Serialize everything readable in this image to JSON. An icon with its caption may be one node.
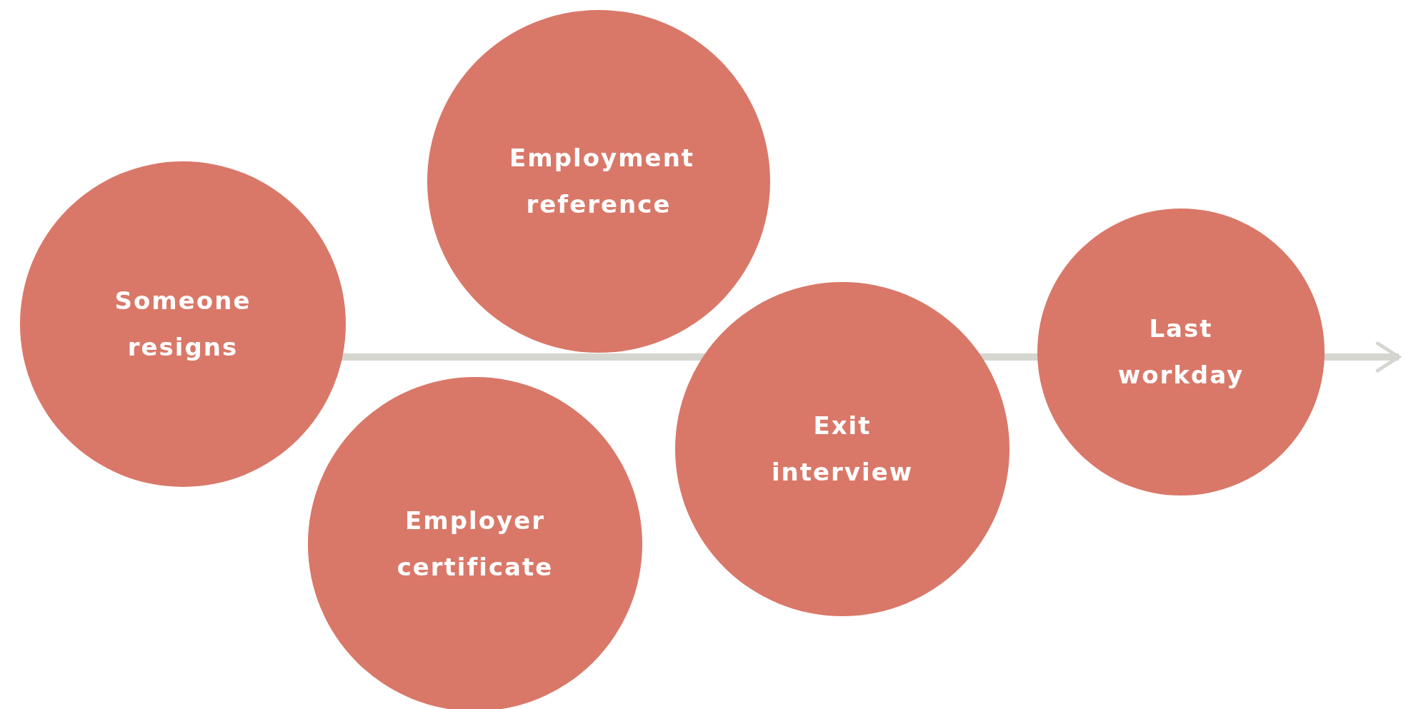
{
  "diagram": {
    "nodes": [
      {
        "text": [
          "Someone resigns"
        ]
      },
      {
        "text": [
          "Employment reference"
        ]
      },
      {
        "text": [
          "Employer certificate"
        ]
      },
      {
        "text": [
          "Exit interview"
        ]
      },
      {
        "text": [
          "Last workday"
        ]
      }
    ]
  }
}
